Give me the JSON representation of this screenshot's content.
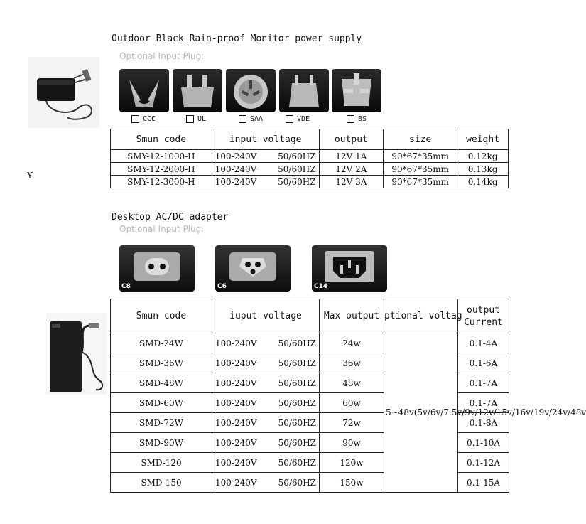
{
  "side_letter": "Y",
  "section1": {
    "title": "Outdoor Black Rain-proof Monitor power supply",
    "plug_caption": "Optional Input Plug:",
    "plugs": [
      "CCC",
      "UL",
      "SAA",
      "VDE",
      "BS"
    ],
    "headers": [
      "Smun code",
      "input voltage",
      "output",
      "size",
      "weight"
    ],
    "rows": [
      {
        "code": "SMY-12-1000-H",
        "v1": "100-240V",
        "v2": "50/60HZ",
        "output": "12V 1A",
        "size": "90*67*35mm",
        "weight": "0.12kg"
      },
      {
        "code": "SMY-12-2000-H",
        "v1": "100-240V",
        "v2": "50/60HZ",
        "output": "12V 2A",
        "size": "90*67*35mm",
        "weight": "0.13kg"
      },
      {
        "code": "SMY-12-3000-H",
        "v1": "100-240V",
        "v2": "50/60HZ",
        "output": "12V 3A",
        "size": "90*67*35mm",
        "weight": "0.14kg"
      }
    ]
  },
  "section2": {
    "title": "Desktop AC/DC adapter",
    "plug_caption": "Optional Input Plug:",
    "connectors": [
      "C8",
      "C6",
      "C14"
    ],
    "headers": [
      "Smun code",
      "iuput voltage",
      "Max output",
      "ptional voltag",
      "output Current"
    ],
    "optional_voltage": "5~48v(5v/6v/7.5v/9v/12v/15v/16v/19v/24v/48v",
    "rows": [
      {
        "code": "SMD-24W",
        "v1": "100-240V",
        "v2": "50/60HZ",
        "max": "24w",
        "current": "0.1-4A"
      },
      {
        "code": "SMD-36W",
        "v1": "100-240V",
        "v2": "50/60HZ",
        "max": "36w",
        "current": "0.1-6A"
      },
      {
        "code": "SMD-48W",
        "v1": "100-240V",
        "v2": "50/60HZ",
        "max": "48w",
        "current": "0.1-7A"
      },
      {
        "code": "SMD-60W",
        "v1": "100-240V",
        "v2": "50/60HZ",
        "max": "60w",
        "current": "0.1-7A"
      },
      {
        "code": "SMD-72W",
        "v1": "100-240V",
        "v2": "50/60HZ",
        "max": "72w",
        "current": "0.1-8A"
      },
      {
        "code": "SMD-90W",
        "v1": "100-240V",
        "v2": "50/60HZ",
        "max": "90w",
        "current": "0.1-10A"
      },
      {
        "code": "SMD-120",
        "v1": "100-240V",
        "v2": "50/60HZ",
        "max": "120w",
        "current": "0.1-12A"
      },
      {
        "code": "SMD-150",
        "v1": "100-240V",
        "v2": "50/60HZ",
        "max": "150w",
        "current": "0.1-15A"
      }
    ]
  }
}
